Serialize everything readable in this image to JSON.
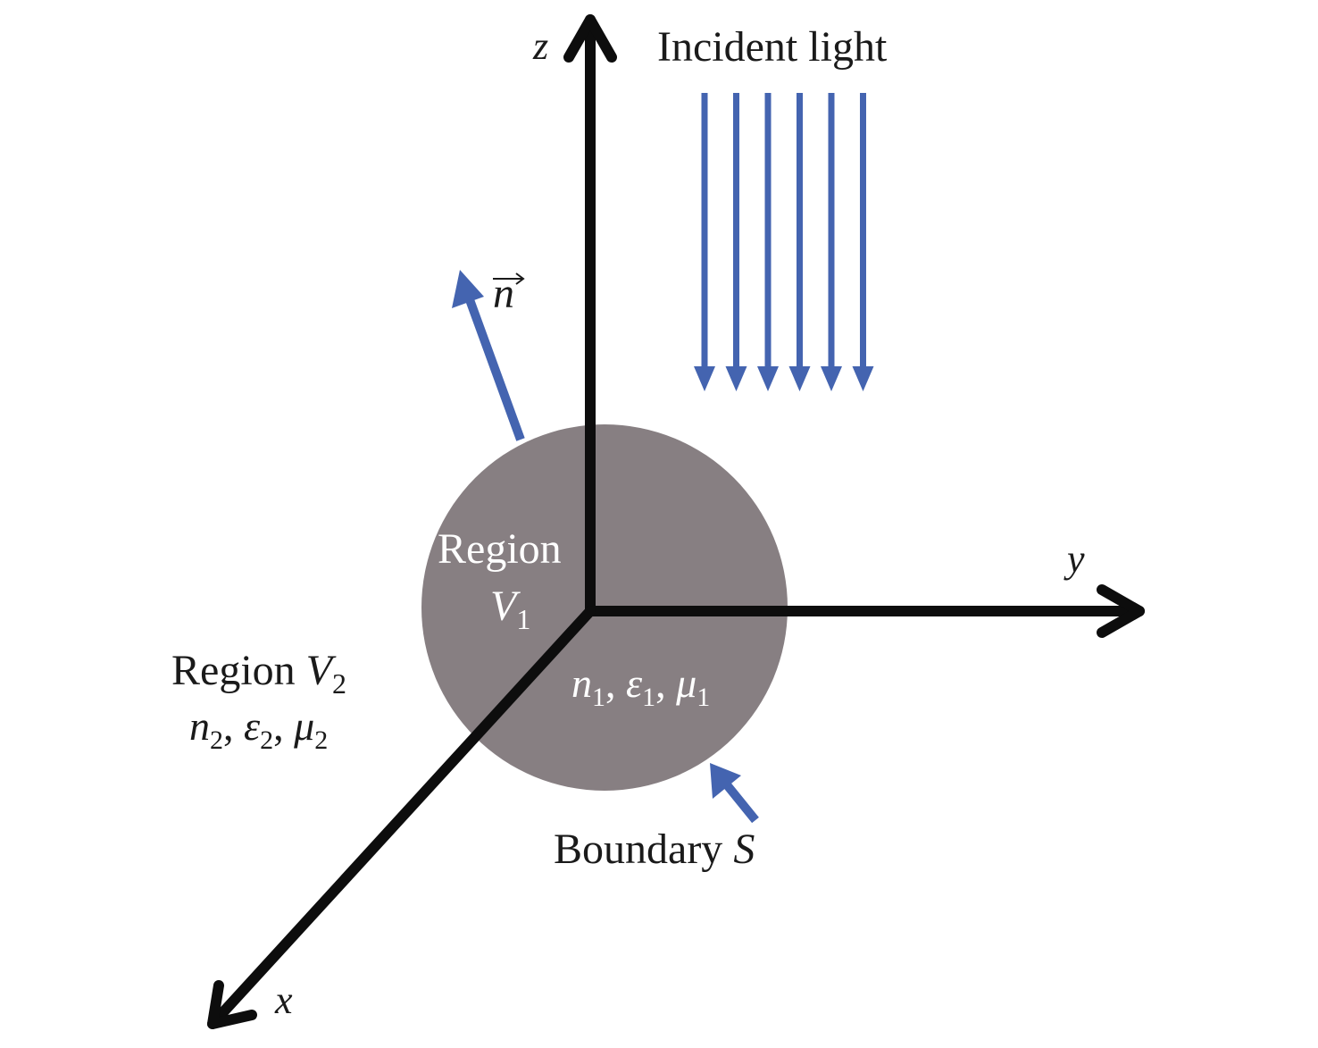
{
  "colors": {
    "axis": "#0d0d0d",
    "sphere": "#877f82",
    "arrow_blue": "#4464b0",
    "text_dark": "#1a1a1a",
    "text_light": "#ffffff"
  },
  "axes": {
    "z_label": "z",
    "y_label": "y",
    "x_label": "x"
  },
  "incident_light": {
    "label": "Incident light",
    "ray_count": 6
  },
  "normal_vector": {
    "label": "n",
    "has_vector_arrow": true
  },
  "region_v1": {
    "title": "Region",
    "symbol": "V",
    "subscript": "1",
    "params": [
      {
        "symbol": "n",
        "subscript": "1"
      },
      {
        "symbol": "ε",
        "subscript": "1"
      },
      {
        "symbol": "μ",
        "subscript": "1"
      }
    ]
  },
  "region_v2": {
    "title": "Region",
    "symbol": "V",
    "subscript": "2",
    "params": [
      {
        "symbol": "n",
        "subscript": "2"
      },
      {
        "symbol": "ε",
        "subscript": "2"
      },
      {
        "symbol": "μ",
        "subscript": "2"
      }
    ]
  },
  "boundary": {
    "title": "Boundary",
    "symbol": "S"
  }
}
